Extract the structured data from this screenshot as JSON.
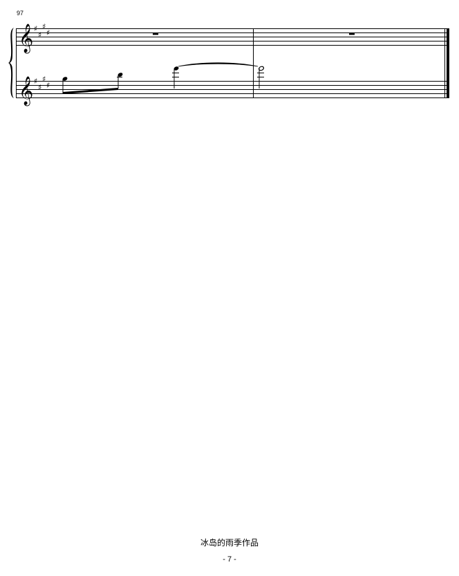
{
  "score": {
    "system": {
      "measure_number": "97",
      "staves": [
        {
          "name": "treble-upper",
          "clef": "treble",
          "key_signature": "4 sharps (E major)",
          "measures": [
            {
              "content": "whole rest"
            },
            {
              "content": "whole rest"
            }
          ]
        },
        {
          "name": "treble-lower",
          "clef": "treble",
          "key_signature": "4 sharps (E major)",
          "measures": [
            {
              "content": "beamed eighth notes G5, B5; quarter note E6 tied"
            },
            {
              "content": "half note E6 (tied from previous)"
            }
          ]
        }
      ],
      "final_barline": "end"
    }
  },
  "footer": {
    "credit": "冰岛的雨季作品",
    "page_number": "- 7 -"
  }
}
